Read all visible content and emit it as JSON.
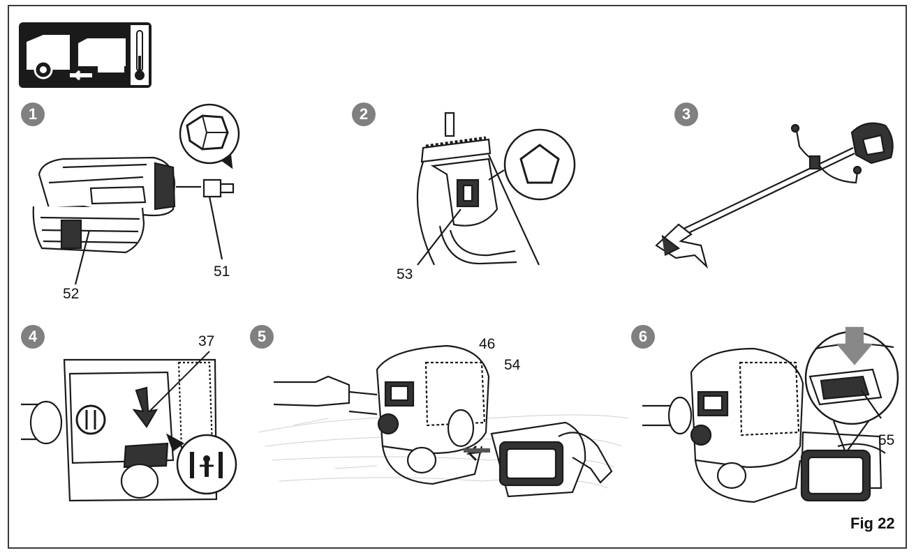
{
  "figure_label": "Fig 22",
  "steps": [
    {
      "number": "1",
      "callouts": [
        "51",
        "52"
      ]
    },
    {
      "number": "2",
      "callouts": [
        "53"
      ]
    },
    {
      "number": "3",
      "callouts": []
    },
    {
      "number": "4",
      "callouts": [
        "37"
      ]
    },
    {
      "number": "5",
      "callouts": [
        "46",
        "54"
      ]
    },
    {
      "number": "6",
      "callouts": [
        "55"
      ]
    }
  ],
  "icons": {
    "header": "battery-adapter-insert-icon",
    "thermometer": "thermometer-icon",
    "pentagon": "pentagon-socket-icon",
    "switch": "switch-symbol-icon"
  },
  "colors": {
    "ink": "#1a1a1a",
    "badge": "#808080",
    "ground": "#d9d9d9"
  }
}
